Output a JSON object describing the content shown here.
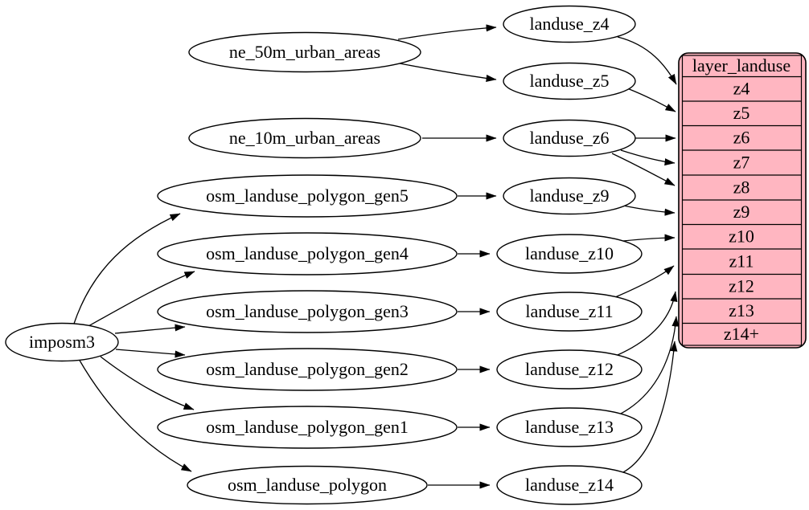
{
  "diagram": {
    "nodes": {
      "imposm3": "imposm3",
      "ne_50m_urban_areas": "ne_50m_urban_areas",
      "ne_10m_urban_areas": "ne_10m_urban_areas",
      "osm_landuse_polygon_gen5": "osm_landuse_polygon_gen5",
      "osm_landuse_polygon_gen4": "osm_landuse_polygon_gen4",
      "osm_landuse_polygon_gen3": "osm_landuse_polygon_gen3",
      "osm_landuse_polygon_gen2": "osm_landuse_polygon_gen2",
      "osm_landuse_polygon_gen1": "osm_landuse_polygon_gen1",
      "osm_landuse_polygon": "osm_landuse_polygon",
      "landuse_z4": "landuse_z4",
      "landuse_z5": "landuse_z5",
      "landuse_z6": "landuse_z6",
      "landuse_z9": "landuse_z9",
      "landuse_z10": "landuse_z10",
      "landuse_z11": "landuse_z11",
      "landuse_z12": "landuse_z12",
      "landuse_z13": "landuse_z13",
      "landuse_z14": "landuse_z14"
    },
    "table": {
      "title": "layer_landuse",
      "rows": [
        "z4",
        "z5",
        "z6",
        "z7",
        "z8",
        "z9",
        "z10",
        "z11",
        "z12",
        "z13",
        "z14+"
      ]
    },
    "edges": [
      [
        "imposm3",
        "osm_landuse_polygon_gen5"
      ],
      [
        "imposm3",
        "osm_landuse_polygon_gen4"
      ],
      [
        "imposm3",
        "osm_landuse_polygon_gen3"
      ],
      [
        "imposm3",
        "osm_landuse_polygon_gen2"
      ],
      [
        "imposm3",
        "osm_landuse_polygon_gen1"
      ],
      [
        "imposm3",
        "osm_landuse_polygon"
      ],
      [
        "ne_50m_urban_areas",
        "landuse_z4"
      ],
      [
        "ne_50m_urban_areas",
        "landuse_z5"
      ],
      [
        "ne_10m_urban_areas",
        "landuse_z6"
      ],
      [
        "osm_landuse_polygon_gen5",
        "landuse_z9"
      ],
      [
        "osm_landuse_polygon_gen4",
        "landuse_z10"
      ],
      [
        "osm_landuse_polygon_gen3",
        "landuse_z11"
      ],
      [
        "osm_landuse_polygon_gen2",
        "landuse_z12"
      ],
      [
        "osm_landuse_polygon_gen1",
        "landuse_z13"
      ],
      [
        "osm_landuse_polygon",
        "landuse_z14"
      ],
      [
        "landuse_z4",
        "layer_landuse.z4"
      ],
      [
        "landuse_z5",
        "layer_landuse.z5"
      ],
      [
        "landuse_z6",
        "layer_landuse.z6"
      ],
      [
        "landuse_z6",
        "layer_landuse.z7"
      ],
      [
        "landuse_z6",
        "layer_landuse.z8"
      ],
      [
        "landuse_z9",
        "layer_landuse.z9"
      ],
      [
        "landuse_z10",
        "layer_landuse.z10"
      ],
      [
        "landuse_z11",
        "layer_landuse.z11"
      ],
      [
        "landuse_z12",
        "layer_landuse.z12"
      ],
      [
        "landuse_z13",
        "layer_landuse.z13"
      ],
      [
        "landuse_z14",
        "layer_landuse.z14+"
      ]
    ],
    "colors": {
      "table_fill": "#ffb6c1",
      "node_fill": "#ffffff",
      "stroke": "#000000"
    }
  }
}
